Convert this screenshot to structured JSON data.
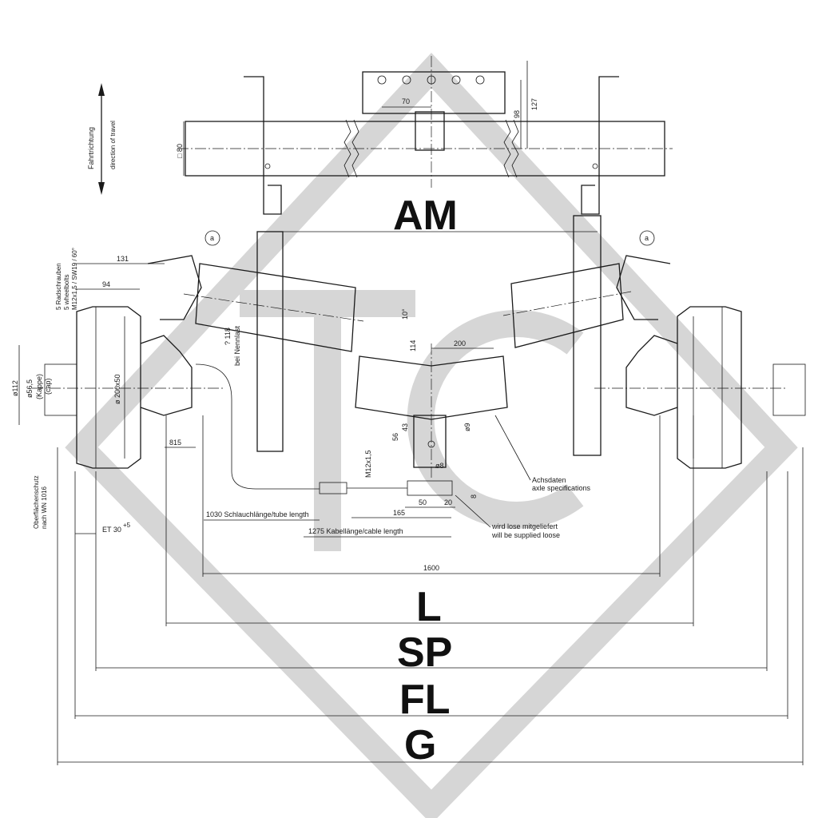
{
  "drawing": {
    "big_labels": {
      "am": "AM",
      "l": "L",
      "sp": "SP",
      "fl": "FL",
      "g": "G"
    },
    "dims": {
      "d70": "70",
      "d127": "127",
      "d98": "98",
      "d80": "□ 80",
      "d131": "131",
      "d94": "94",
      "d112": "ø112",
      "d565": "ø56,5",
      "kappe": "(Kappe)",
      "cap": "(cap)",
      "d200x50": "ø 200x50",
      "d815": "815",
      "d200": "200",
      "d114": "114",
      "d10deg": "10°",
      "d118": "? 118",
      "nennlast": "bei Nennlast",
      "d56": "56",
      "d43": "43",
      "d9": "ø9",
      "d8": "ø8",
      "m12": "M12x1,5",
      "d165": "165",
      "d50": "50",
      "d20": "20",
      "d8b": "8",
      "d1600": "1600",
      "et": "ET 30",
      "et_sup": "+5"
    },
    "notes": {
      "fahrtrichtung": "Fahrtrichtung",
      "direction": "direction of travel",
      "radschrauben": "5 Radschrauben",
      "wheelbolts": "5 wheelbolts",
      "bolt_spec": "M12x1,5 / SW19 / 60°",
      "oberflaeche": "Oberflächenschutz",
      "norm": "nach WN 1016",
      "tube_length": "1030 Schlauchlänge/tube length",
      "cable_length": "1275 Kabellänge/cable length",
      "achsdaten": "Achsdaten",
      "axle_specs": "axle specifications",
      "wird_lose": "wird lose mitgeliefert",
      "supplied_loose": "will be supplied loose",
      "marker_a": "a"
    }
  }
}
